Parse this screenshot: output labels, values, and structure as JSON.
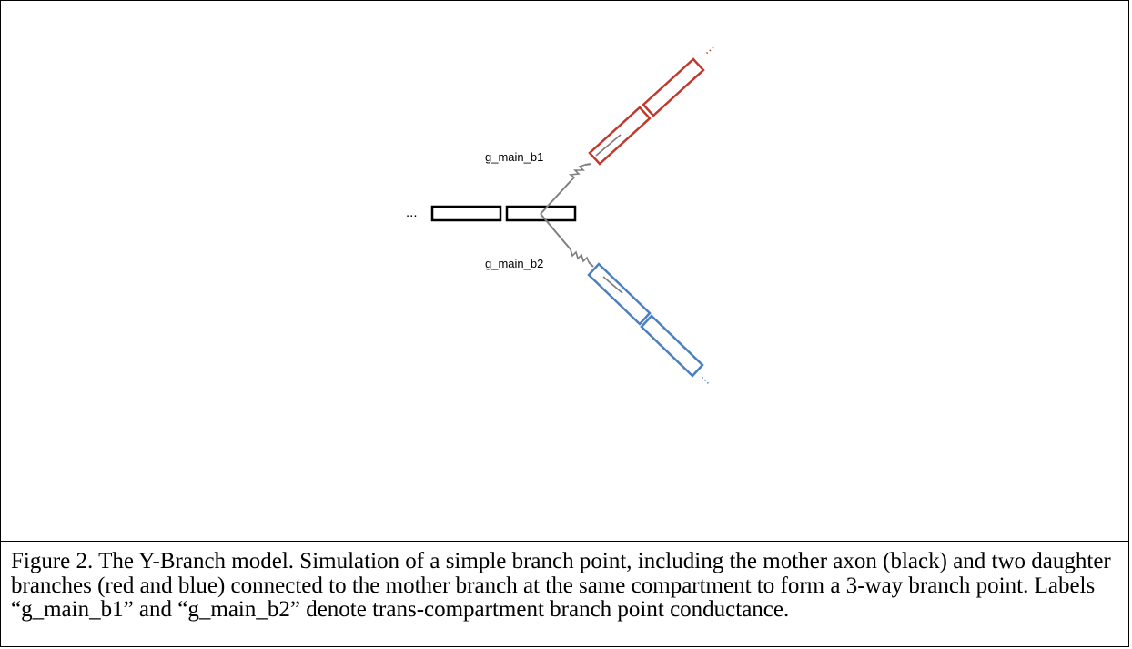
{
  "diagram": {
    "labels": {
      "b1": "g_main_b1",
      "b2": "g_main_b2",
      "ellipsis_left": "...",
      "ellipsis_red": "...",
      "ellipsis_blue": "..."
    },
    "colors": {
      "mother": "#000000",
      "daughter1": "#c0392b",
      "daughter2": "#4a7fc1",
      "connector": "#7f7f7f"
    },
    "parts": {
      "mother_axon": "black",
      "daughter_branches": [
        "red",
        "blue"
      ]
    }
  },
  "caption": {
    "text": "Figure 2. The Y-Branch model. Simulation of a simple branch point, including the mother axon (black) and two daughter branches (red and blue) connected to the mother branch at the same compartment to form a 3-way branch point. Labels “g_main_b1” and “g_main_b2” denote trans-compartment branch point conductance."
  }
}
